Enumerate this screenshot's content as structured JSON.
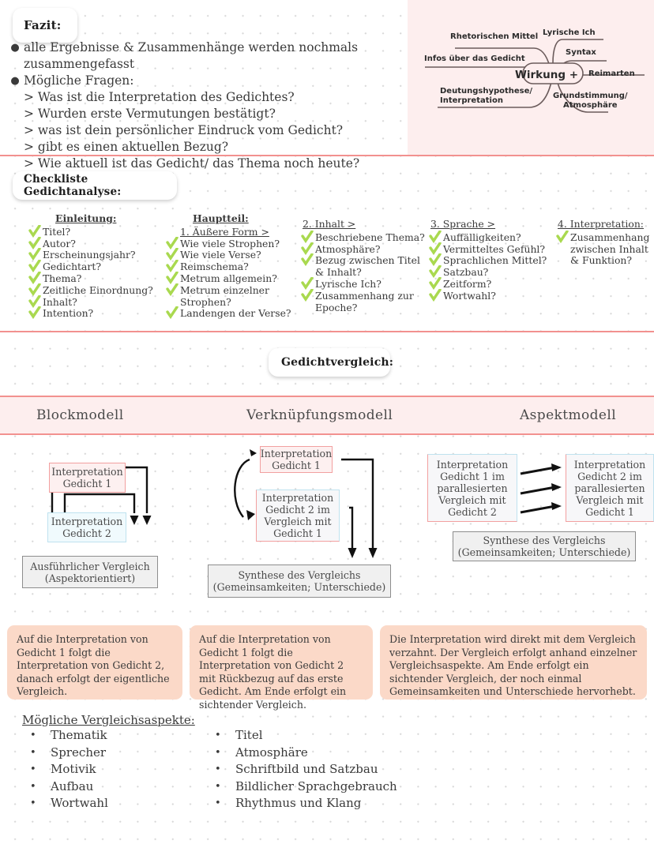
{
  "theme": {
    "rule_color": "#f2918f",
    "band_pink": "#fdeeee",
    "pink_box": "#fbd9c8",
    "check_green": "#a9d94f",
    "red_border": "#f2a0a0",
    "blue_border": "#bfe2ef",
    "grey_border": "#8d8d8d"
  },
  "fazit": {
    "chip_label": "Fazit:",
    "bullets": [
      "alle Ergebnisse & Zusammenhänge werden nochmals zusammengefasst",
      "Mögliche Fragen:"
    ],
    "questions": [
      "> Was ist die Interpretation des Gedichtes?",
      "> Wurden erste Vermutungen bestätigt?",
      "> was ist dein persönlicher Eindruck vom Gedicht?",
      "> gibt es einen aktuellen Bezug?",
      "> Wie aktuell ist das Gedicht/ das Thema noch heute?"
    ]
  },
  "mindmap": {
    "center": "Wirkung +",
    "branches": [
      "Rhetorischen Mittel",
      "Lyrische Ich",
      "Syntax",
      "Infos über das Gedicht",
      "Reimarten",
      "Deutungshypothese/ Interpretation",
      "Grundstimmung/ Atmosphäre"
    ],
    "labels": {
      "rhetorische": "Rhetorischen Mittel",
      "lyrische": "Lyrische Ich",
      "syntax": "Syntax",
      "infos": "Infos über das Gedicht",
      "reimarten": "Reimarten",
      "deutung_line1": "Deutungshypothese/",
      "deutung_line2": "Interpretation",
      "grund_line1": "Grundstimmung/",
      "grund_line2": "Atmosphäre"
    }
  },
  "checkliste": {
    "chip_label": "Checkliste Gedichtanalyse:",
    "columns": [
      {
        "heading": "Einleitung:",
        "subheading": null,
        "items": [
          "Titel?",
          "Autor?",
          "Erscheinungsjahr?",
          "Gedichtart?",
          "Thema?",
          "Zeitliche Einordnung?",
          "Inhalt?",
          "Intention?"
        ]
      },
      {
        "heading": "Hauptteil:",
        "subheading": "1.    Äußere Form >",
        "items": [
          "Wie viele Strophen?",
          "Wie viele Verse?",
          "Reimschema?",
          "Metrum allgemein?",
          "Metrum einzelner Strophen?",
          "Landengen der Verse?"
        ]
      },
      {
        "heading": "2. Inhalt >",
        "subheading": null,
        "items": [
          "Beschriebene Thema?",
          "Atmosphäre?",
          "Bezug zwischen Titel & Inhalt?",
          "Lyrische Ich?",
          "Zusammenhang zur Epoche?"
        ]
      },
      {
        "heading": "3. Sprache >",
        "subheading": null,
        "items": [
          "Auffälligkeiten?",
          "Vermitteltes Gefühl?",
          "Sprachlichen Mittel?",
          "Satzbau?",
          "Zeitform?",
          "Wortwahl?"
        ]
      },
      {
        "heading": "4. Interpretation:",
        "subheading": null,
        "items": [
          "Zusammenhang zwischen Inhalt & Funktion?"
        ]
      }
    ]
  },
  "gedichtvergleich": {
    "chip_label": "Gedichtvergleich:",
    "models": [
      {
        "title": "Blockmodell",
        "boxes": {
          "b1": "Interpretation Gedicht 1",
          "b2": "Interpretation Gedicht 2",
          "b3": "Ausführlicher Vergleich (Aspektorientiert)"
        },
        "description": "Auf die Interpretation von Gedicht 1 folgt die Interpretation von Gedicht 2, danach erfolgt der eigentliche Vergleich."
      },
      {
        "title": "Verknüpfungsmodell",
        "boxes": {
          "b1": "Interpretation Gedicht 1",
          "b2": "Interpretation Gedicht 2 im Vergleich mit Gedicht 1",
          "b3": "Synthese des Vergleichs (Gemeinsamkeiten; Unterschiede)"
        },
        "description": "Auf die Interpretation von Gedicht 1 folgt die Interpretation von Gedicht 2 mit Rückbezug auf das erste Gedicht. Am Ende erfolgt ein sichtender Vergleich."
      },
      {
        "title": "Aspektmodell",
        "boxes": {
          "b1": "Interpretation Gedicht 1 im parallesierten Vergleich mit Gedicht 2",
          "b2": "Interpretation Gedicht 2 im parallesierten Vergleich mit Gedicht 1",
          "b3": "Synthese des Vergleichs (Gemeinsamkeiten; Unterschiede)"
        },
        "description": "Die Interpretation wird direkt mit dem Vergleich verzahnt. Der Vergleich erfolgt anhand einzelner Vergleichsaspekte. Am Ende erfolgt ein sichtender Vergleich, der noch einmal Gemeinsamkeiten und Unterschiede hervorhebt."
      }
    ]
  },
  "vergleichsaspekte": {
    "heading": "Mögliche Vergleichsaspekte:",
    "left": [
      "Thematik",
      "Sprecher",
      "Motivik",
      "Aufbau",
      "Wortwahl"
    ],
    "right": [
      "Titel",
      "Atmosphäre",
      "Schriftbild und Satzbau",
      "Bildlicher Sprachgebrauch",
      "Rhythmus und Klang"
    ]
  }
}
